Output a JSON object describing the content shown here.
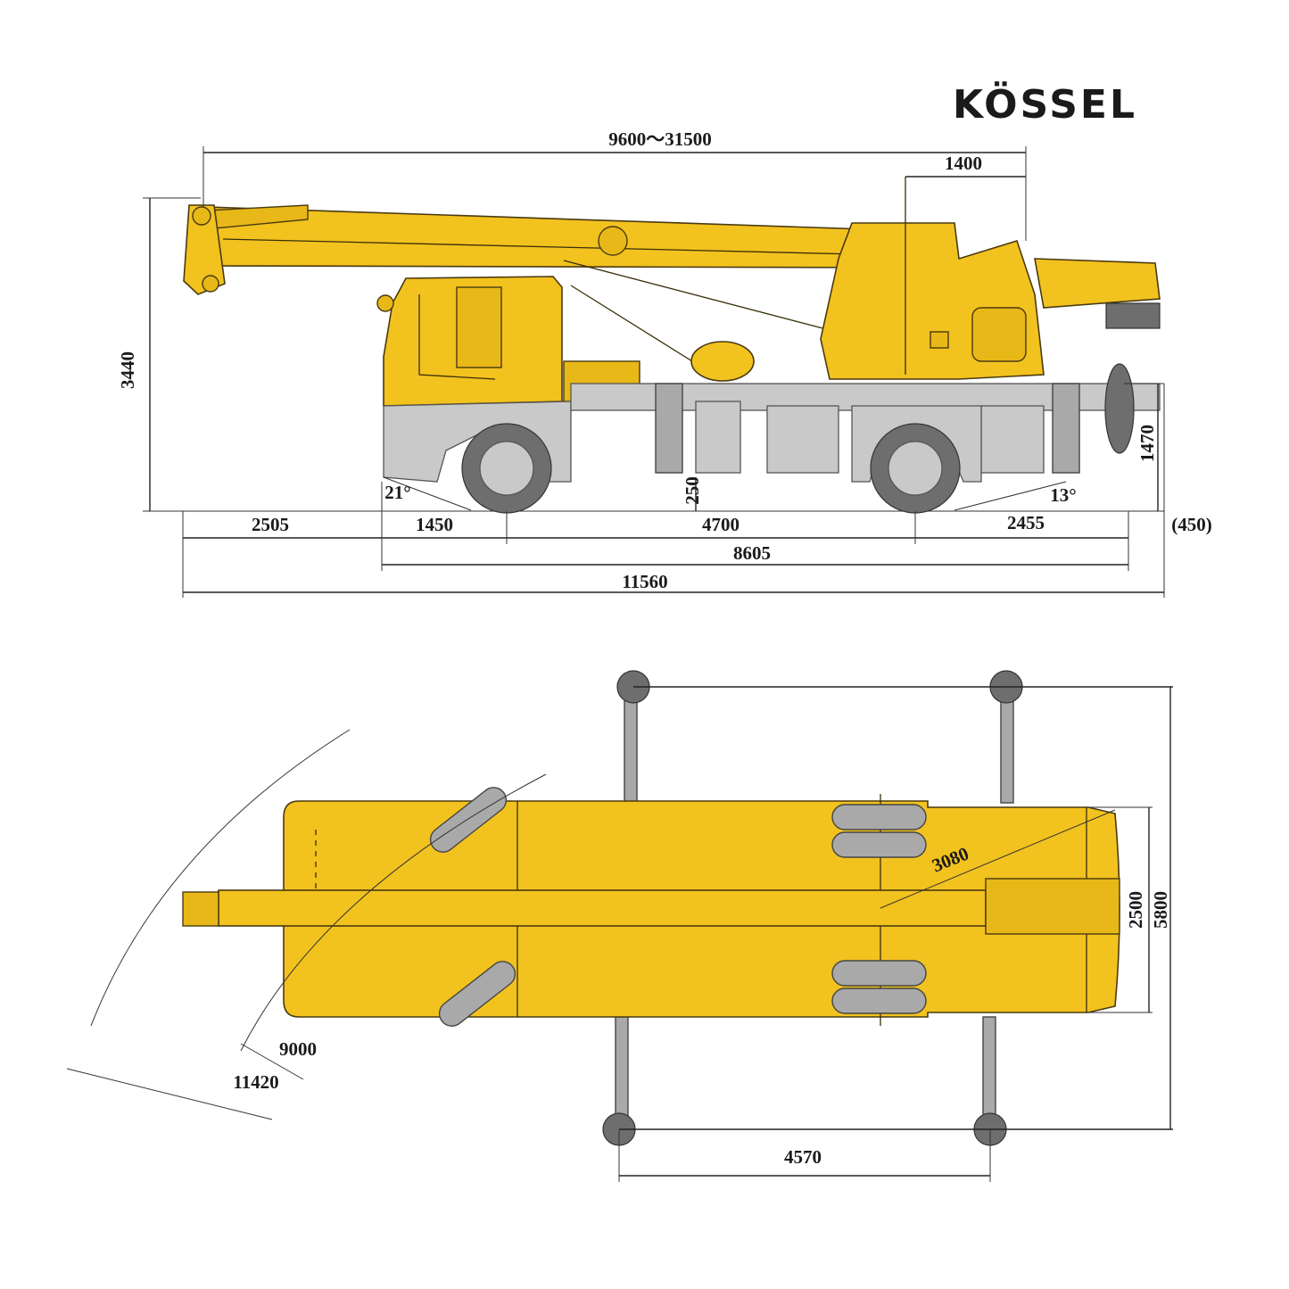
{
  "brand": {
    "logo_text": "KÖSSEL",
    "accent": "#f2c21f"
  },
  "colors": {
    "body": "#f2c21f",
    "chassis": "#a9a9a9",
    "tire": "#6e6e6e",
    "line": "#222222"
  },
  "side_view": {
    "boom_length": "9600～31500",
    "boom_offset": "1400",
    "overall_height": "3440",
    "deck_height": "1470",
    "ground_clearance": "250",
    "approach_angle": "21°",
    "departure_angle": "13°",
    "front_overhang": "2505",
    "front_axle_to_cab": "1450",
    "wheelbase": "4700",
    "rear_overhang": "2455",
    "rear_extra": "(450)",
    "chassis_length": "8605",
    "overall_length": "11560"
  },
  "top_view": {
    "tail_swing_radius": "3080",
    "vehicle_width": "2500",
    "outrigger_span_width": "5800",
    "outrigger_span_length": "4570",
    "turning_radius_inner": "9000",
    "turning_radius_outer": "11420"
  }
}
